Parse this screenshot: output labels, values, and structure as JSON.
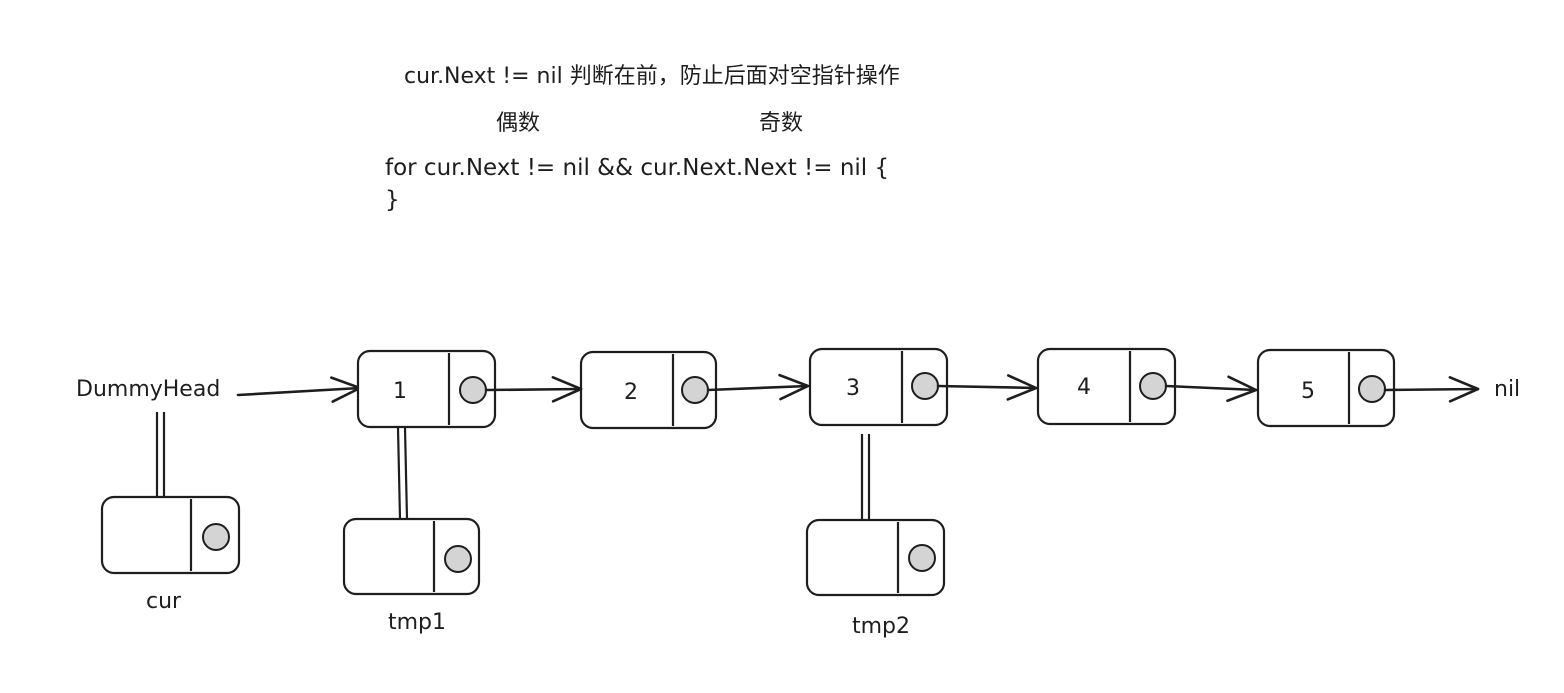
{
  "notes": {
    "comment": "cur.Next != nil 判断在前，防止后面对空指针操作",
    "even_label": "偶数",
    "odd_label": "奇数"
  },
  "code": {
    "line1": "for cur.Next != nil && cur.Next.Next != nil {",
    "line2": "}"
  },
  "labels": {
    "head": "DummyHead",
    "tail": "nil",
    "cur": "cur",
    "tmp1": "tmp1",
    "tmp2": "tmp2"
  },
  "nodes": [
    "1",
    "2",
    "3",
    "4",
    "5"
  ],
  "colors": {
    "stroke": "#1e1e1e",
    "dot_fill": "#d4d4d4",
    "background": "#ffffff"
  }
}
